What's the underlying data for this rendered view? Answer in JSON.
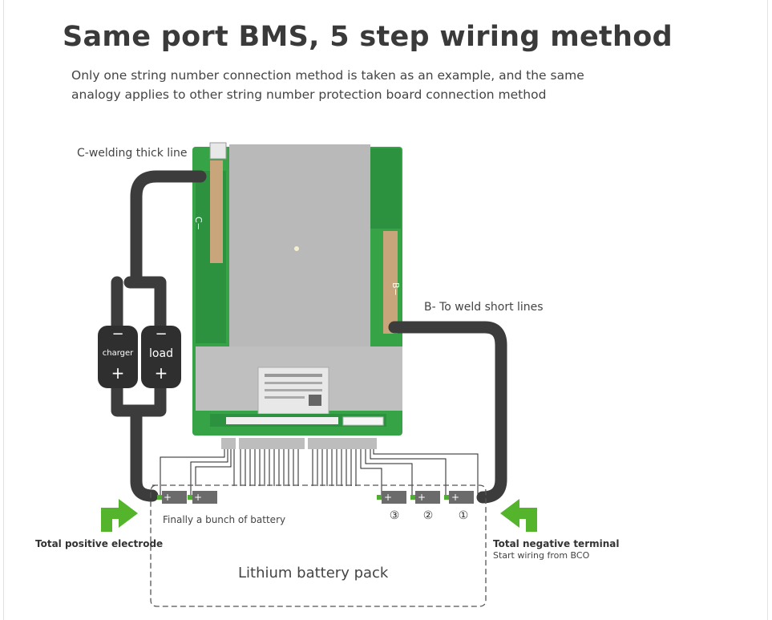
{
  "title": "Same port BMS, 5 step wiring method",
  "subtitle": "Only one string number connection method is taken as an example, and the same analogy applies to other string number protection board connection method",
  "labels": {
    "c_welding": "C-welding thick line",
    "b_weld": "B- To weld short lines",
    "charger": "charger",
    "load": "load",
    "finally_bunch": "Finally a bunch of battery",
    "total_positive": "Total positive electrode",
    "total_negative": "Total negative terminal",
    "start_wiring": "Start wiring from BCO",
    "lithium_pack": "Lithium battery pack",
    "step_1": "①",
    "step_2": "②",
    "step_3": "③",
    "minus_sign": "−",
    "plus_sign": "+",
    "pcb_c_label": "C−",
    "pcb_b_label": "B−"
  },
  "colors": {
    "wire": "#3c3c3c",
    "pcb_green": "#35a346",
    "heatsink": "#b9b9b9",
    "arrow_green": "#54b52c",
    "cell": "#6b6b6b",
    "cell_terminal": "#4fae2e"
  }
}
